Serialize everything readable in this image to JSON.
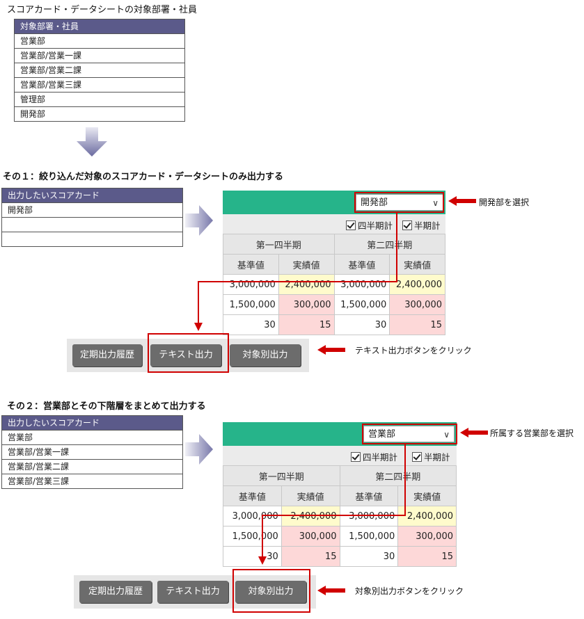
{
  "top_title": "スコアカード・データシートの対象部署・社員",
  "target_list": {
    "header": "対象部署・社員",
    "items": [
      "営業部",
      "営業部/営業一課",
      "営業部/営業二課",
      "営業部/営業三課",
      "管理部",
      "開発部"
    ]
  },
  "case1": {
    "title": "その１：絞り込んだ対象のスコアカード・データシートのみ出力する",
    "list_header": "出力したいスコアカード",
    "list_items": [
      "開発部",
      "",
      ""
    ],
    "select_value": "開発部",
    "note_select": "開発部を選択",
    "note_button": "テキスト出力ボタンをクリック"
  },
  "case2": {
    "title": "その２：営業部とその下階層をまとめて出力する",
    "list_header": "出力したいスコアカード",
    "list_items": [
      "営業部",
      "営業部/営業一課",
      "営業部/営業二課",
      "営業部/営業三課"
    ],
    "select_value": "営業部",
    "note_select": "所属する営業部を選択",
    "note_button": "対象別出力ボタンをクリック"
  },
  "panel": {
    "check_quarter": "四半期計",
    "check_half": "半期計",
    "q1": "第一四半期",
    "q2": "第二四半期",
    "base": "基準値",
    "actual": "実績値",
    "rows": [
      [
        "3,000,000",
        "2,400,000",
        "3,000,000",
        "2,400,000"
      ],
      [
        "1,500,000",
        "300,000",
        "1,500,000",
        "300,000"
      ],
      [
        "30",
        "15",
        "30",
        "15"
      ]
    ]
  },
  "buttons": {
    "history": "定期出力履歴",
    "text": "テキスト出力",
    "target": "対象別出力"
  },
  "colors": {
    "header_bg": "#5b5a8a",
    "panel_green": "#26b48a",
    "highlight_red": "#d00000",
    "cell_yellow": "#fffbcc",
    "cell_pink": "#fdd8d8"
  }
}
